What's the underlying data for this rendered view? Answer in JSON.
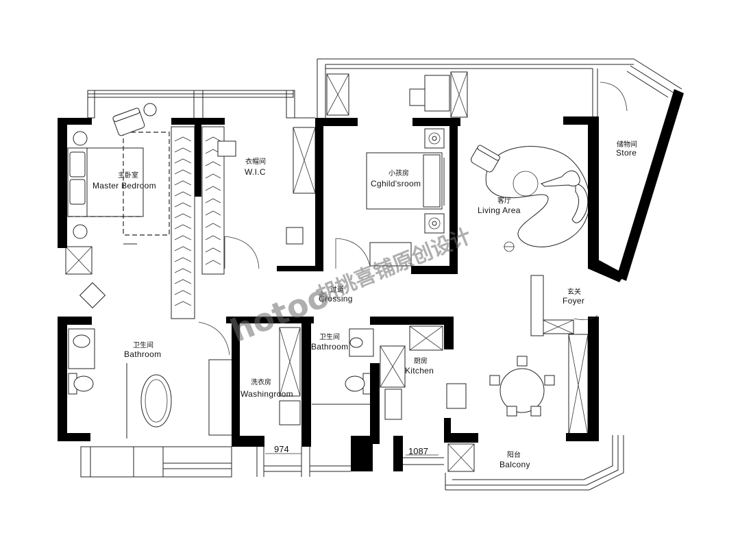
{
  "rooms": {
    "master_bedroom": {
      "cn": "主卧室",
      "en": "Master Bedroom"
    },
    "wic": {
      "cn": "衣帽间",
      "en": "W.I.C"
    },
    "childs_room": {
      "cn": "小孩房",
      "en": "Cghild'sroom"
    },
    "living_area": {
      "cn": "客厅",
      "en": "Living Area"
    },
    "store": {
      "cn": "储物间",
      "en": "Store"
    },
    "crossing": {
      "cn": "过道",
      "en": "Crossing"
    },
    "foyer": {
      "cn": "玄关",
      "en": "Foyer"
    },
    "bathroom_main": {
      "cn": "卫生间",
      "en": "Bathroom"
    },
    "bathroom_small": {
      "cn": "卫生间",
      "en": "Bathroom"
    },
    "washingroom": {
      "cn": "洗衣房",
      "en": "Washingroom"
    },
    "kitchen": {
      "cn": "厨房",
      "en": "Kitchen"
    },
    "balcony": {
      "cn": "阳台",
      "en": "Balcony"
    }
  },
  "dimensions": {
    "washing_window": "974",
    "kitchen_window": "1087"
  },
  "watermark": {
    "brand": "hotoo",
    "text": "胡桃喜铺原创设计"
  }
}
